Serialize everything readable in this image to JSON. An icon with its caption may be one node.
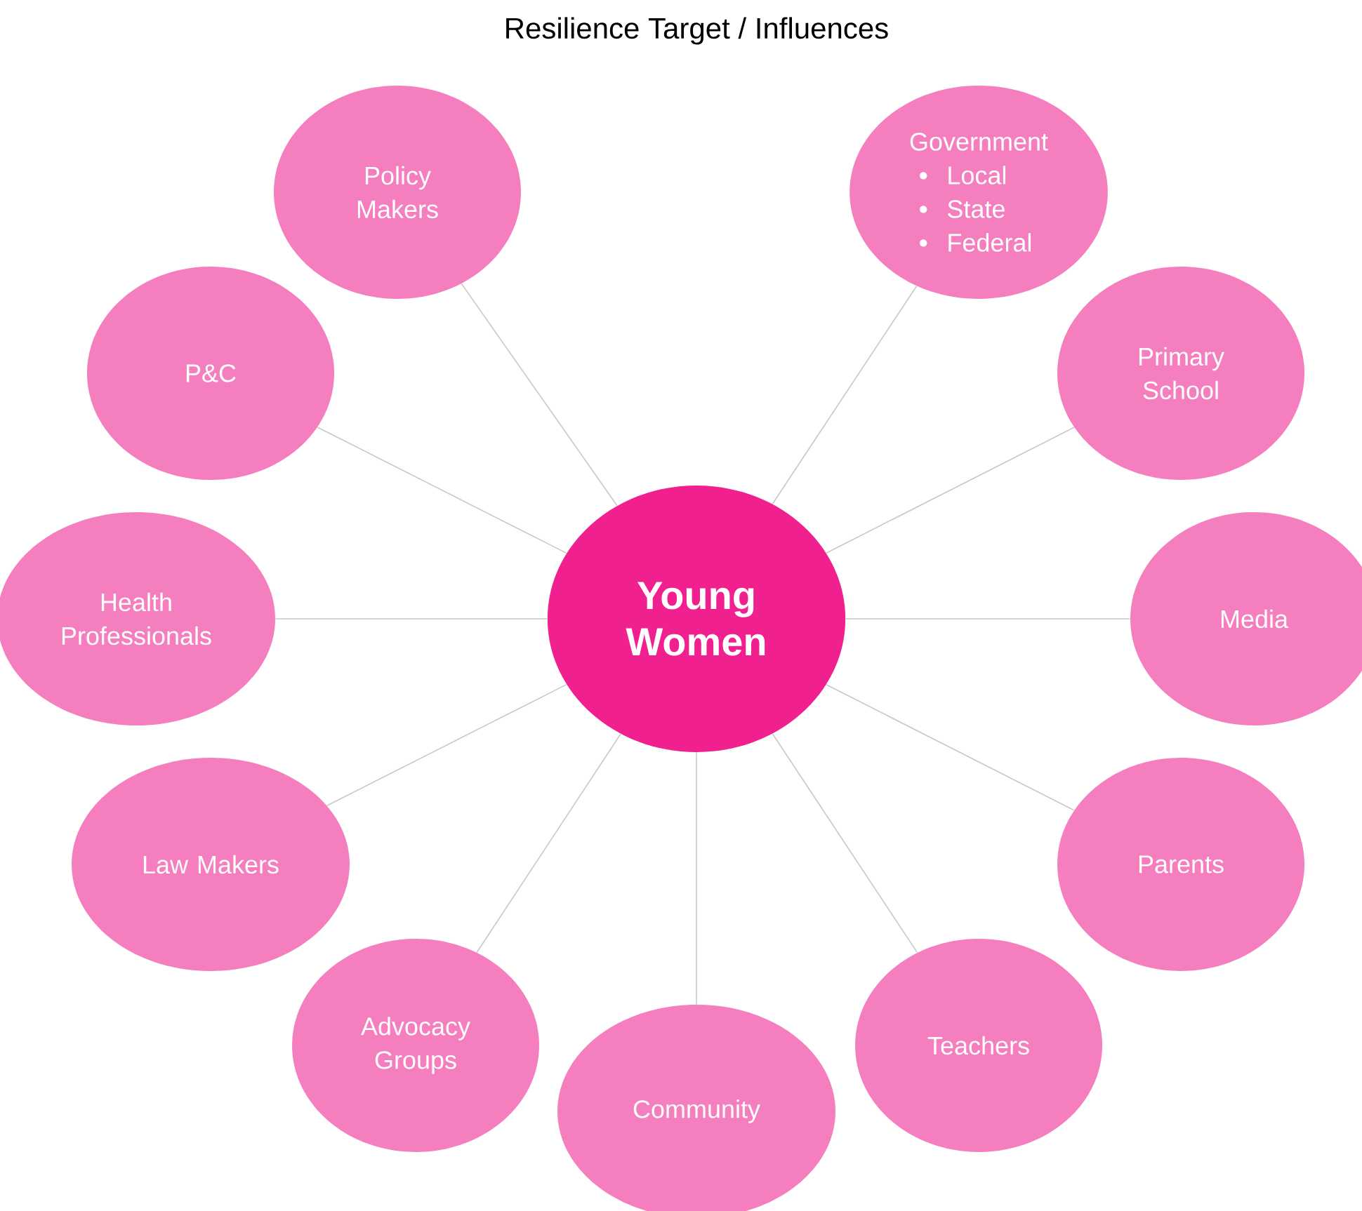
{
  "diagram": {
    "title": "Resilience Target / Influences",
    "nodes": [
      {
        "text": [
          "Young Women"
        ]
      },
      {
        "text": [
          "Policy Makers"
        ]
      },
      {
        "text": [
          "Government",
          "Local",
          "State",
          "Federal"
        ]
      },
      {
        "text": [
          "P&C"
        ]
      },
      {
        "text": [
          "Primary School"
        ]
      },
      {
        "text": [
          "Health Professionals"
        ]
      },
      {
        "text": [
          "Media"
        ]
      },
      {
        "text": [
          "Law Makers"
        ]
      },
      {
        "text": [
          "Parents"
        ]
      },
      {
        "text": [
          "Advocacy Groups"
        ]
      },
      {
        "text": [
          "Community"
        ]
      },
      {
        "text": [
          "Teachers"
        ]
      }
    ],
    "edges": [
      {
        "from": 0,
        "to": 1,
        "arrow": "none"
      },
      {
        "from": 0,
        "to": 2,
        "arrow": "none"
      },
      {
        "from": 0,
        "to": 3,
        "arrow": "none"
      },
      {
        "from": 0,
        "to": 4,
        "arrow": "none"
      },
      {
        "from": 0,
        "to": 5,
        "arrow": "none"
      },
      {
        "from": 0,
        "to": 6,
        "arrow": "none"
      },
      {
        "from": 0,
        "to": 7,
        "arrow": "none"
      },
      {
        "from": 0,
        "to": 8,
        "arrow": "none"
      },
      {
        "from": 0,
        "to": 9,
        "arrow": "none"
      },
      {
        "from": 0,
        "to": 10,
        "arrow": "none"
      },
      {
        "from": 0,
        "to": 11,
        "arrow": "none"
      }
    ]
  }
}
